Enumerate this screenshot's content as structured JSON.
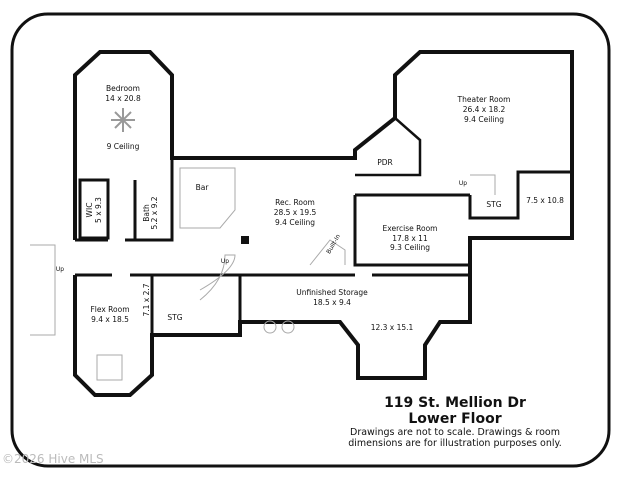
{
  "address": "119 St. Mellion Dr",
  "floor": "Lower Floor",
  "disclaimer_line1": "Drawings are not to scale. Drawings & room",
  "disclaimer_line2": "dimensions are for illustration purposes only.",
  "watermark": "©2026 Hive MLS",
  "rooms": {
    "bedroom": {
      "name": "Bedroom",
      "dims": "14 x 20.8",
      "ceiling": "9 Ceiling"
    },
    "theater": {
      "name": "Theater Room",
      "dims": "26.4 x 18.2",
      "ceiling": "9.4 Ceiling"
    },
    "pdr": {
      "name": "PDR"
    },
    "bar": {
      "name": "Bar"
    },
    "rec": {
      "name": "Rec. Room",
      "dims": "28.5 x 19.5",
      "ceiling": "9.4 Ceiling"
    },
    "exercise": {
      "name": "Exercise Room",
      "dims": "17.8 x 11",
      "ceiling": "9.3 Ceiling"
    },
    "stg_right": {
      "name": "STG"
    },
    "right_small": {
      "dims": "7.5 x 10.8"
    },
    "wic": {
      "name": "WIC",
      "dims": "5 x 9.3"
    },
    "bath": {
      "name": "Bath",
      "dims": "5.2 x 9.2"
    },
    "built_in": {
      "name": "Built-In"
    },
    "storage": {
      "name": "Unfinished Storage",
      "dims": "18.5 x 9.4"
    },
    "storage_room": {
      "dims": "12.3 x 15.1"
    },
    "flex": {
      "name": "Flex Room",
      "dims": "9.4 x 18.5"
    },
    "closet": {
      "dims": "7.1 x 2.7"
    },
    "stg_left": {
      "name": "STG"
    }
  },
  "stairs": {
    "up_label": "Up"
  }
}
